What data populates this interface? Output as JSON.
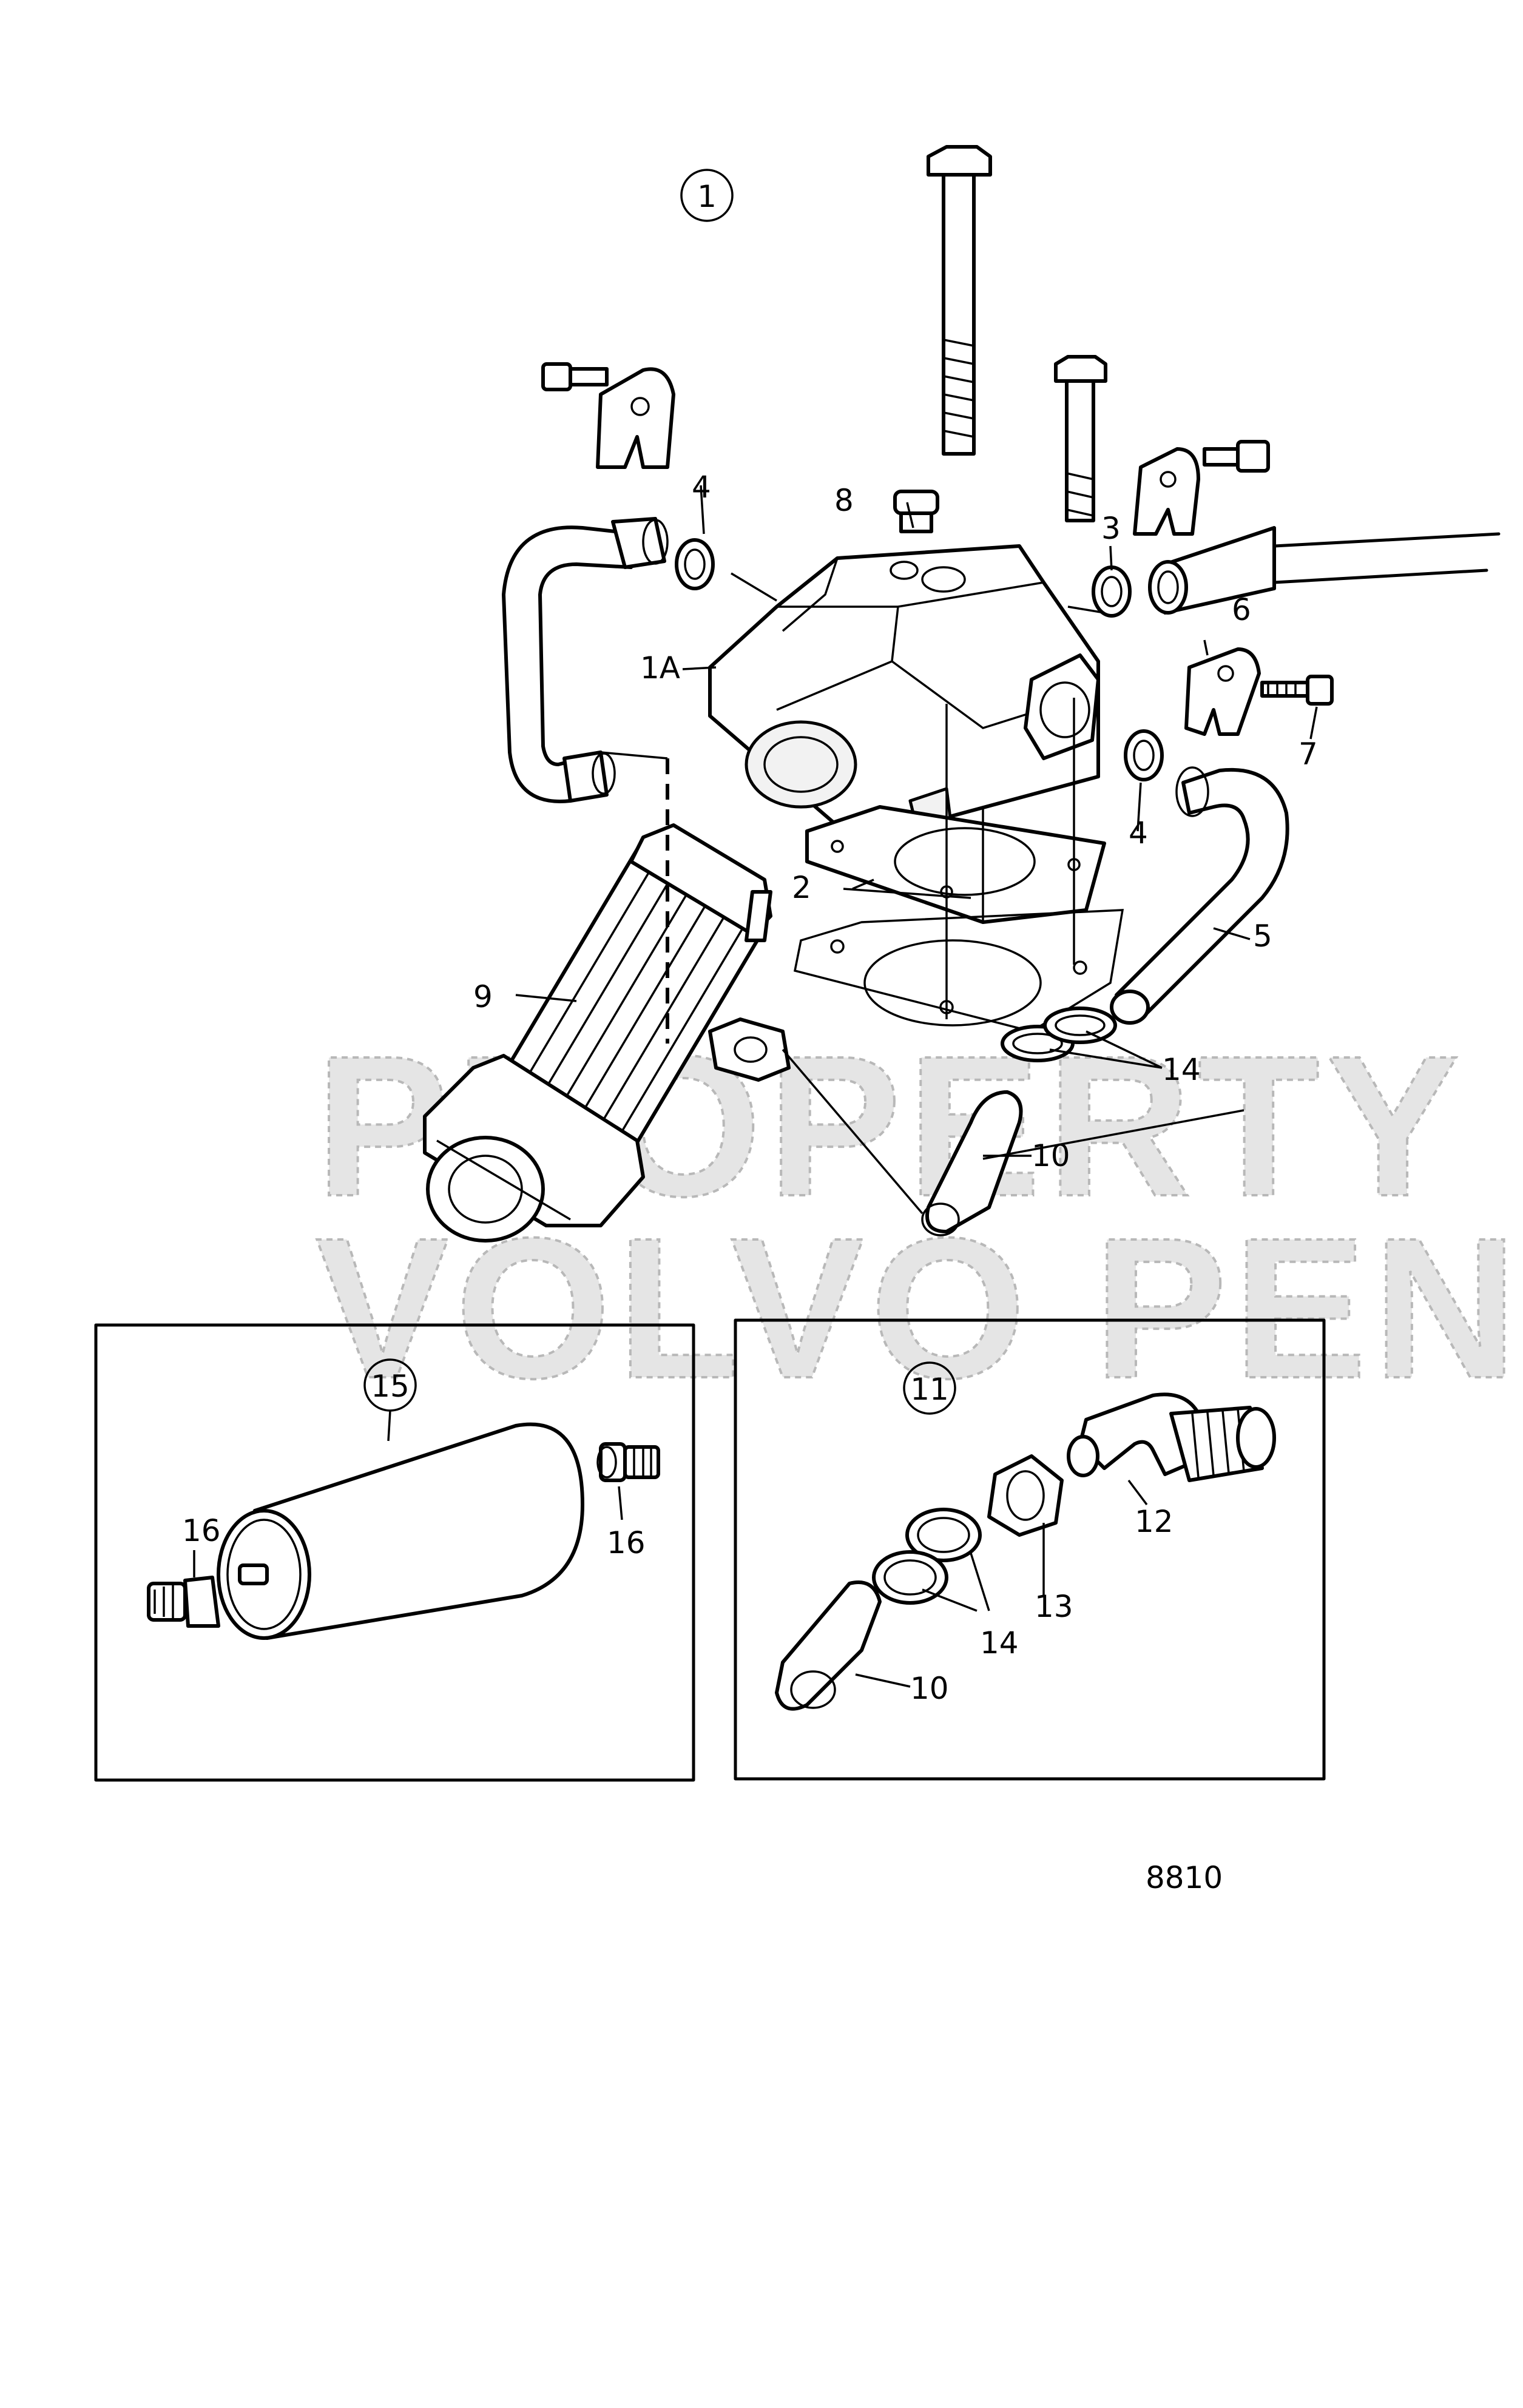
{
  "diagram": {
    "drawing_number": "8810",
    "watermark": [
      "PROPERTY OF",
      "VOLVO PENTA"
    ],
    "assembly_ref": "1",
    "inset_refs": [
      "15",
      "11"
    ],
    "callouts": [
      {
        "id": "1A",
        "text": "1A"
      },
      {
        "id": "2",
        "text": "2"
      },
      {
        "id": "3",
        "text": "3"
      },
      {
        "id": "4a",
        "text": "4"
      },
      {
        "id": "4b",
        "text": "4"
      },
      {
        "id": "5",
        "text": "5"
      },
      {
        "id": "6",
        "text": "6"
      },
      {
        "id": "7",
        "text": "7"
      },
      {
        "id": "8",
        "text": "8"
      },
      {
        "id": "9",
        "text": "9"
      },
      {
        "id": "10a",
        "text": "10"
      },
      {
        "id": "14a",
        "text": "14"
      },
      {
        "id": "16a",
        "text": "16"
      },
      {
        "id": "16b",
        "text": "16"
      },
      {
        "id": "12",
        "text": "12"
      },
      {
        "id": "13",
        "text": "13"
      },
      {
        "id": "14b",
        "text": "14"
      },
      {
        "id": "10b",
        "text": "10"
      }
    ]
  }
}
